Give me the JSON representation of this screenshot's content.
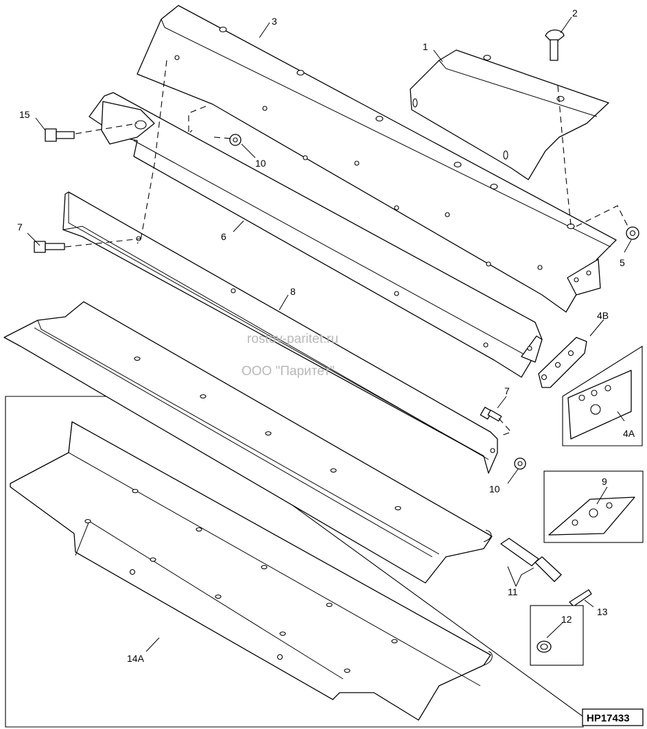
{
  "callouts": {
    "c1": "1",
    "c2": "2",
    "c3": "3",
    "c4a": "4A",
    "c4b": "4B",
    "c5": "5",
    "c6": "6",
    "c7_left": "7",
    "c7_right": "7",
    "c8": "8",
    "c9": "9",
    "c10_top": "10",
    "c10_bottom": "10",
    "c11": "11",
    "c12": "12",
    "c13": "13",
    "c14a": "14A",
    "c15": "15"
  },
  "watermark": {
    "url": "rostov-paritet.ru",
    "company": "ООО \"Паритет\""
  },
  "figure_code": "HP17433"
}
